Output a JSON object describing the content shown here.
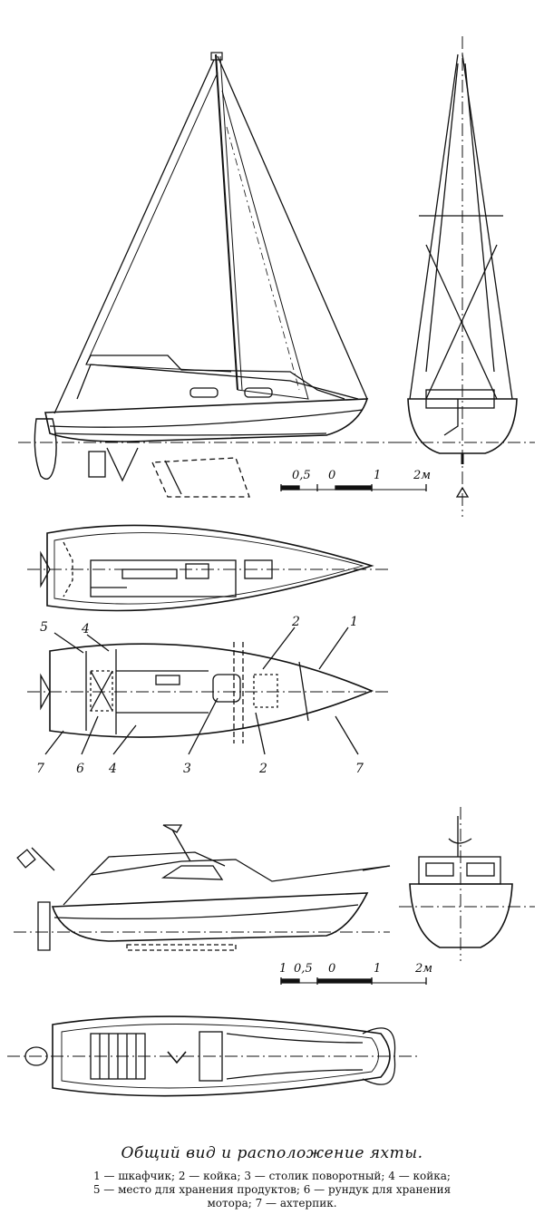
{
  "sailboat_scale": {
    "labels": [
      "0,5",
      "0",
      "1",
      "2м"
    ]
  },
  "motorboat_scale": {
    "labels": [
      "1",
      "0,5",
      "0",
      "1",
      "2м"
    ]
  },
  "plan_labels": {
    "top": [
      "5",
      "4",
      "2",
      "1"
    ],
    "bottom": [
      "7",
      "6",
      "4",
      "3",
      "2",
      "7"
    ]
  },
  "caption": {
    "title": "Общий вид и расположение яхты.",
    "legend_line1": "1 — шкафчик; 2 — койка; 3 — столик поворотный; 4 — койка;",
    "legend_line2": "5 — место для хранения продуктов; 6 — рундук для хранения",
    "legend_line3": "мотора; 7 — ахтерпик."
  }
}
